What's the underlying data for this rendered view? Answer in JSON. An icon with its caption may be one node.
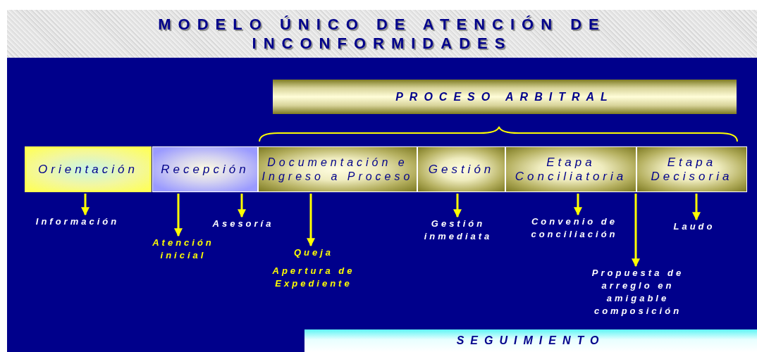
{
  "diagram": {
    "title": "MODELO ÚNICO DE ATENCIÓN DE INCONFORMIDADES",
    "nodes": [
      {
        "text": [
          "PROCESO ARBITRAL"
        ]
      },
      {
        "text": [
          "Orientación"
        ]
      },
      {
        "text": [
          "Recepción"
        ]
      },
      {
        "text": [
          "Documentación e Ingreso a Proceso"
        ]
      },
      {
        "text": [
          "Gestión"
        ]
      },
      {
        "text": [
          "Etapa Conciliatoria"
        ]
      },
      {
        "text": [
          "Etapa Decisoria"
        ]
      },
      {
        "text": [
          "Información"
        ]
      },
      {
        "text": [
          "Atención inicial"
        ]
      },
      {
        "text": [
          "Asesoría"
        ]
      },
      {
        "text": [
          "Queja",
          "Apertura de Expediente"
        ]
      },
      {
        "text": [
          "Gestión inmediata"
        ]
      },
      {
        "text": [
          "Convenio de conciliación"
        ]
      },
      {
        "text": [
          "Propuesta de arreglo en amigable composición"
        ]
      },
      {
        "text": [
          "Laudo"
        ]
      },
      {
        "text": [
          "SEGUIMIENTO"
        ]
      }
    ],
    "edges": [
      {
        "from": 1,
        "to": 7,
        "arrow": "to"
      },
      {
        "from": 2,
        "to": 8,
        "arrow": "to"
      },
      {
        "from": 2,
        "to": 9,
        "arrow": "to"
      },
      {
        "from": 3,
        "to": 10,
        "arrow": "to"
      },
      {
        "from": 4,
        "to": 11,
        "arrow": "to"
      },
      {
        "from": 5,
        "to": 12,
        "arrow": "to"
      },
      {
        "from": 5,
        "to": 13,
        "arrow": "to"
      },
      {
        "from": 6,
        "to": 14,
        "arrow": "to"
      }
    ]
  }
}
